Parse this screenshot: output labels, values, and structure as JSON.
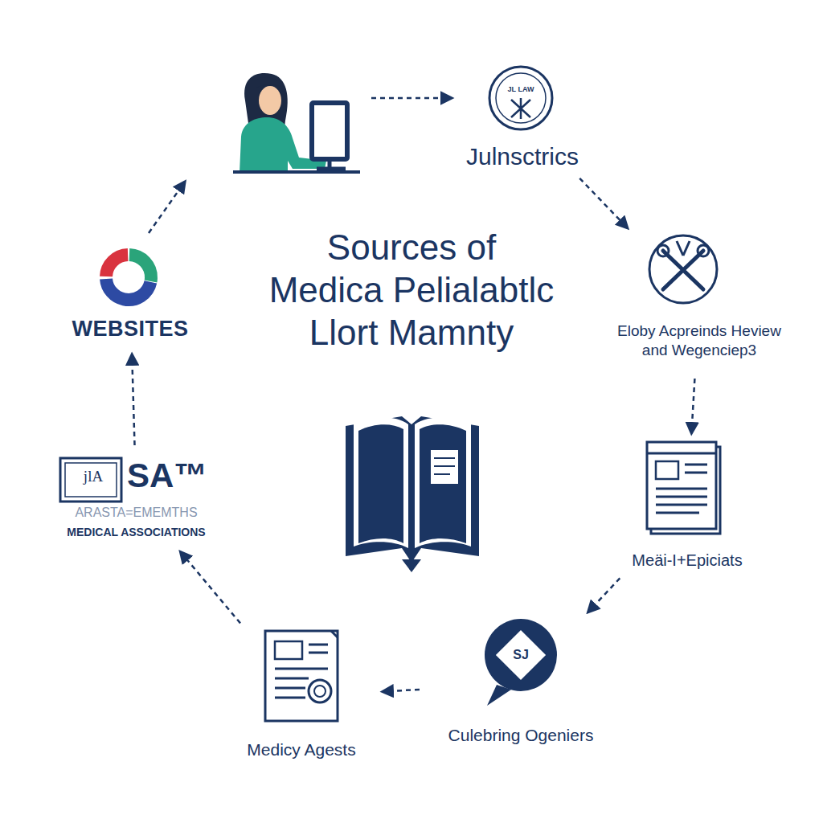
{
  "diagram": {
    "title": "Sources of Medica Pelialabtlc Llort Mamnty",
    "nodes": [
      {
        "text": [
          "JL LAW",
          "Julnsctrics"
        ]
      },
      {
        "text": [
          "Eloby Acpreinds Heview and Wegenciep3"
        ]
      },
      {
        "text": [
          "Meäi-I+Epiciats"
        ]
      },
      {
        "text": [
          "SJ",
          "Culebring Ogeniers"
        ]
      },
      {
        "text": [
          "Medicy Agests"
        ]
      },
      {
        "text": [
          "jlA",
          "SA™",
          "ARASTA=EMEMTHS",
          "MEDICAL ASSOCIATIONS"
        ]
      },
      {
        "text": [
          "WEBSITES"
        ]
      }
    ],
    "edges": [
      {
        "from": 0,
        "to": 1,
        "arrow": "to"
      },
      {
        "from": 1,
        "to": 2,
        "arrow": "to"
      },
      {
        "from": 2,
        "to": 3,
        "arrow": "to"
      },
      {
        "from": 3,
        "to": 4,
        "arrow": "to"
      },
      {
        "from": 4,
        "to": 5,
        "arrow": "to"
      },
      {
        "from": 5,
        "to": 6,
        "arrow": "to"
      }
    ]
  }
}
